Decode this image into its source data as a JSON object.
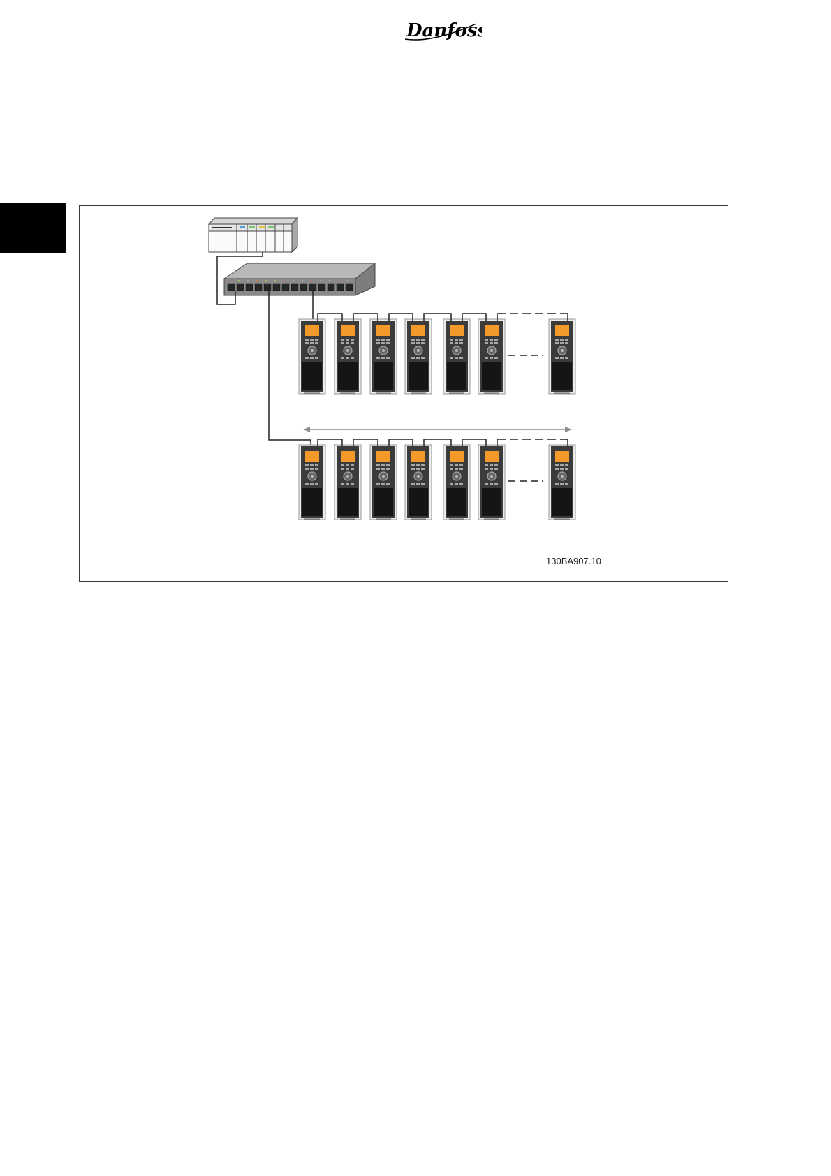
{
  "header": {
    "logo_text": "Danfoss",
    "logo_name": "danfoss-logo"
  },
  "figure": {
    "code": "130BA907.10",
    "rows": [
      {
        "drive_count": 7
      },
      {
        "drive_count": 7
      }
    ]
  },
  "colors": {
    "logo": "#000000",
    "side_tab": "#000000",
    "drive_display": "#f39a2b",
    "drive_body": "#3b3b3b",
    "switch_body": "#8a8a8a"
  }
}
